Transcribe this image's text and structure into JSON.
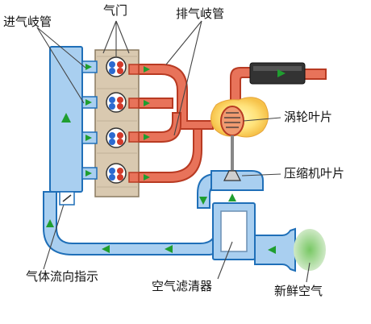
{
  "diagram": {
    "labels": {
      "intake_manifold": "进气岐管",
      "valve": "气门",
      "exhaust_manifold": "排气岐管",
      "turbine_blade": "涡轮叶片",
      "compressor_blade": "压缩机叶片",
      "flow_indicator": "气体流向指示",
      "air_filter": "空气滤清器",
      "fresh_air": "新鲜空气"
    },
    "colors": {
      "intake_fill": "#a9cff0",
      "intake_stroke": "#1f6fb8",
      "exhaust_fill": "#e8735a",
      "exhaust_stroke": "#b83a22",
      "arrow_green": "#1f9e2f",
      "head_fill": "#d9c9b0",
      "fresh_air": "#6fbf5a"
    }
  }
}
